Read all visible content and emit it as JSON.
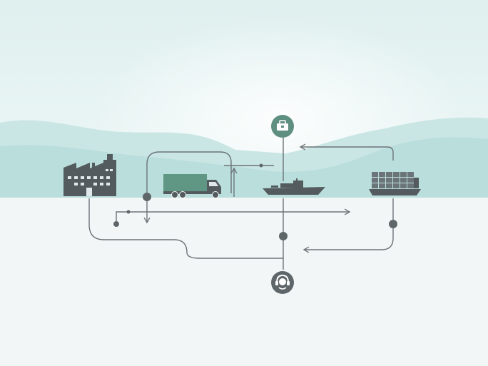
{
  "scene": {
    "colors": {
      "sky_top": "#dff0ef",
      "sky_glow": "#eef7f6",
      "hills_back": "#c9e6e4",
      "hills_front": "#b4dad7",
      "ground": "#f3f6f6",
      "icon_dark": "#535b5e",
      "truck_cargo": "#5f9784",
      "line": "#6c7478",
      "node_fill": "#5e6669",
      "badge_fill": "#5e8f80"
    },
    "nodes": [
      {
        "name": "factory",
        "icon": "factory-icon"
      },
      {
        "name": "truck",
        "icon": "truck-icon"
      },
      {
        "name": "cargo-ship",
        "icon": "ship-icon"
      },
      {
        "name": "container-ship",
        "icon": "container-ship-icon"
      },
      {
        "name": "top-badge",
        "icon": "briefcase-icon"
      },
      {
        "name": "bottom-badge",
        "icon": "support-headset-icon"
      }
    ]
  }
}
